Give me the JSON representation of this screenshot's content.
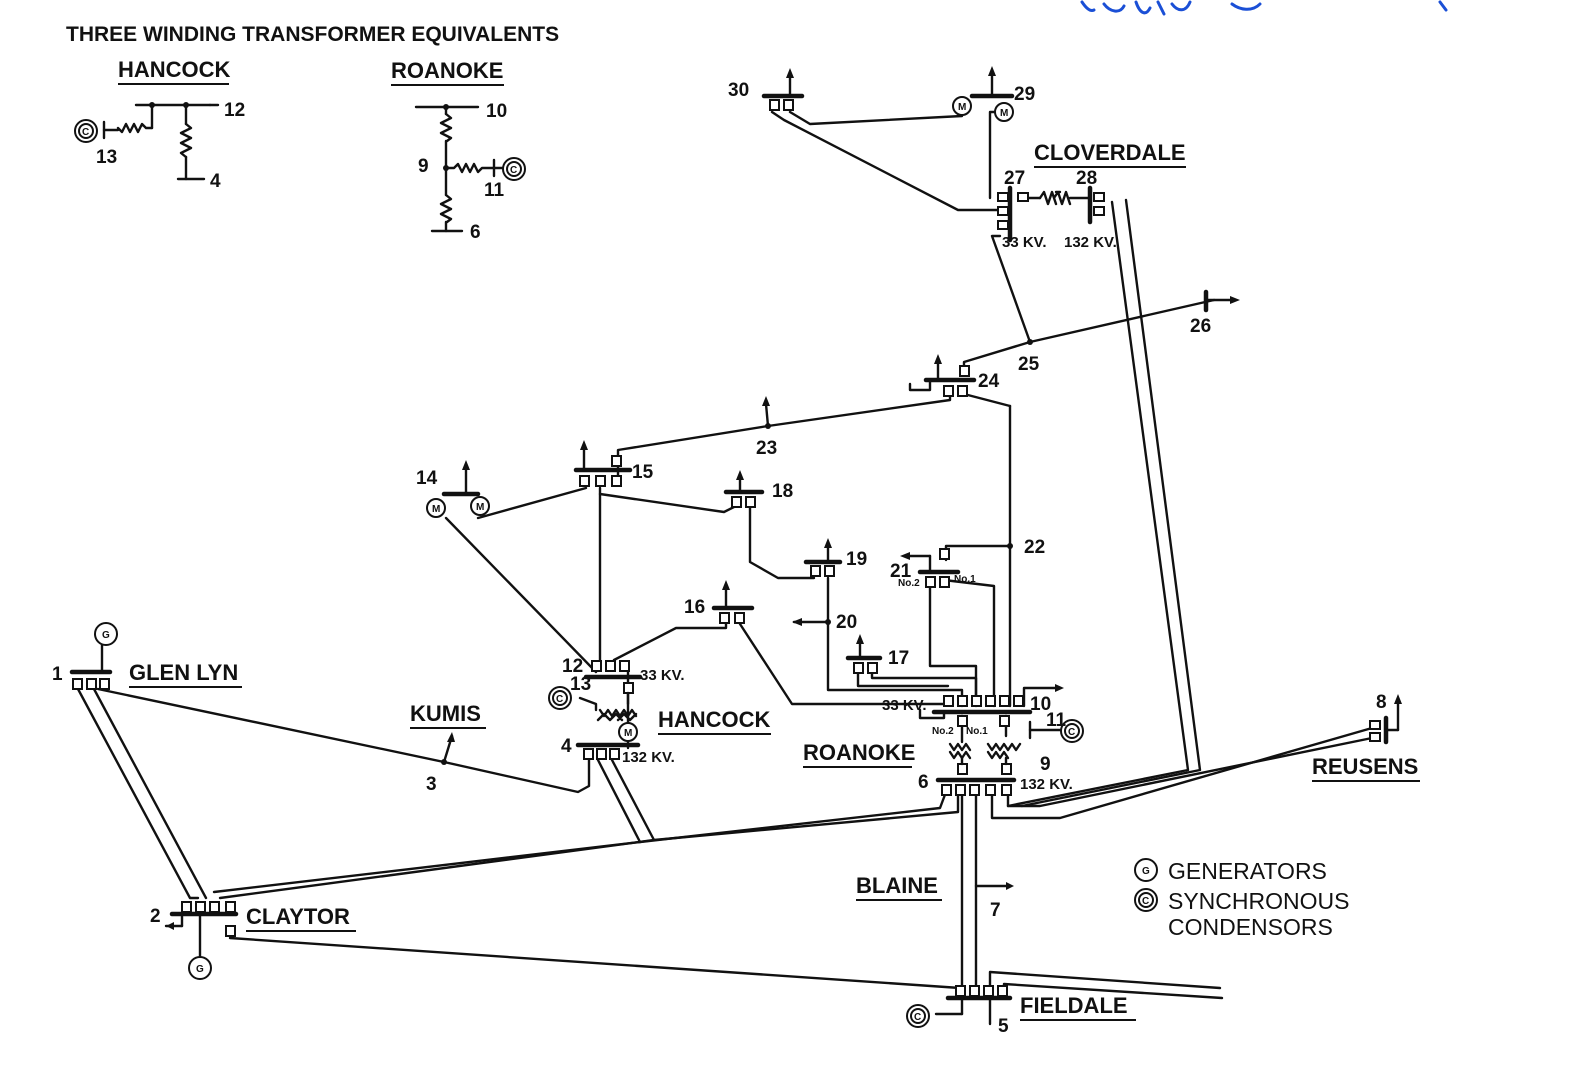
{
  "title": "THREE WINDING TRANSFORMER EQUIVALENTS",
  "equivalents": {
    "hancock": {
      "name": "HANCOCK",
      "nodes": [
        "12",
        "13",
        "4"
      ]
    },
    "roanoke": {
      "name": "ROANOKE",
      "nodes": [
        "10",
        "9",
        "11",
        "6"
      ]
    }
  },
  "substations": {
    "glen_lyn": "GLEN LYN",
    "kumis": "KUMIS",
    "hancock": "HANCOCK",
    "roanoke": "ROANOKE",
    "claytor": "CLAYTOR",
    "blaine": "BLAINE",
    "fieldale": "FIELDALE",
    "reusens": "REUSENS",
    "cloverdale": "CLOVERDALE"
  },
  "buses": [
    "1",
    "2",
    "3",
    "4",
    "5",
    "6",
    "7",
    "8",
    "9",
    "10",
    "11",
    "12",
    "13",
    "14",
    "15",
    "16",
    "17",
    "18",
    "19",
    "20",
    "21",
    "22",
    "23",
    "24",
    "25",
    "26",
    "27",
    "28",
    "29",
    "30"
  ],
  "voltage_labels": {
    "hancock_33": "33 KV.",
    "hancock_132": "132 KV.",
    "roanoke_33": "33 KV.",
    "roanoke_132": "132 KV.",
    "cloverdale_33": "33 KV.",
    "cloverdale_132": "132 KV."
  },
  "transformer_labels": {
    "no1": "No.1",
    "no2": "No.2"
  },
  "symbols": {
    "generator": "G",
    "condenser": "C",
    "motor": "M"
  },
  "legend": {
    "generators": "GENERATORS",
    "synchronous": "SYNCHRONOUS",
    "condensors": "CONDENSORS"
  },
  "colors": {
    "ink": "#111111",
    "annotation": "#1a4fd6"
  }
}
